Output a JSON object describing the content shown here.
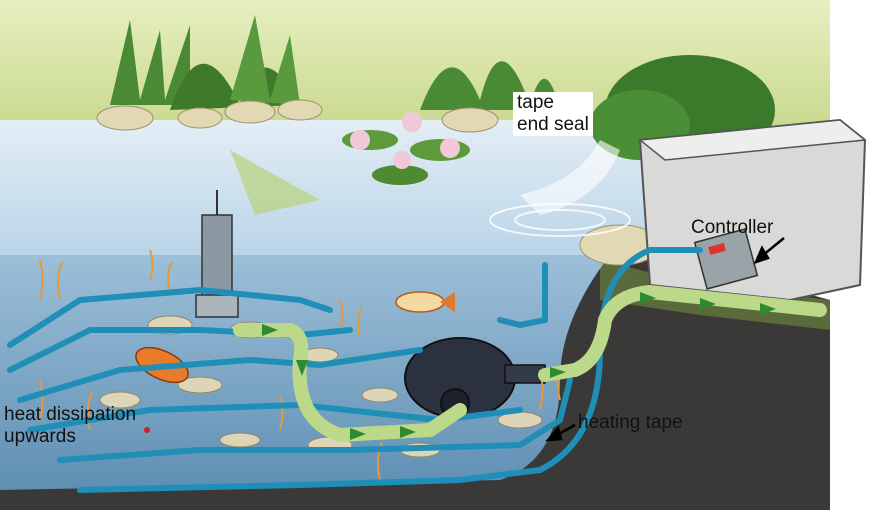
{
  "labels": {
    "tape_end_seal_line1": "tape",
    "tape_end_seal_line2": "end seal",
    "controller": "Controller",
    "heating_tape": "heating tape",
    "heat_dissipation_line1": "heat dissipation",
    "heat_dissipation_line2": "upwards"
  },
  "colors": {
    "sky": "#d7e4a4",
    "water_surface": "#d4e6f2",
    "water_deep": "#7fa9c7",
    "soil": "#3a3835",
    "heating_tape": "#1f8fb8",
    "hose": "#bcd98a",
    "flow_arrow": "#2e8a2e",
    "foliage": "#3c7a2b"
  }
}
